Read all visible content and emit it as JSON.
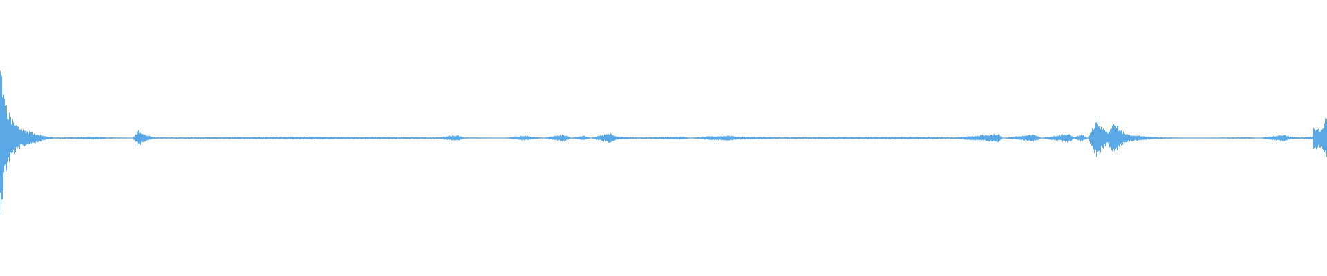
{
  "waveform": {
    "color": "#5aa9e6",
    "background": "#ffffff",
    "amplitude_envelope": [
      [
        0.0,
        1.0
      ],
      [
        0.001,
        0.92
      ],
      [
        0.003,
        0.55
      ],
      [
        0.006,
        0.35
      ],
      [
        0.01,
        0.22
      ],
      [
        0.015,
        0.14
      ],
      [
        0.02,
        0.1
      ],
      [
        0.025,
        0.07
      ],
      [
        0.03,
        0.05
      ],
      [
        0.035,
        0.02
      ],
      [
        0.04,
        0.01
      ],
      [
        0.06,
        0.012
      ],
      [
        0.07,
        0.02
      ],
      [
        0.08,
        0.01
      ],
      [
        0.1,
        0.006
      ],
      [
        0.104,
        0.11
      ],
      [
        0.107,
        0.07
      ],
      [
        0.11,
        0.04
      ],
      [
        0.115,
        0.015
      ],
      [
        0.12,
        0.01
      ],
      [
        0.16,
        0.012
      ],
      [
        0.19,
        0.015
      ],
      [
        0.23,
        0.018
      ],
      [
        0.26,
        0.015
      ],
      [
        0.3,
        0.014
      ],
      [
        0.33,
        0.012
      ],
      [
        0.345,
        0.04
      ],
      [
        0.35,
        0.01
      ],
      [
        0.38,
        0.004
      ],
      [
        0.395,
        0.035
      ],
      [
        0.4,
        0.02
      ],
      [
        0.41,
        0.006
      ],
      [
        0.425,
        0.05
      ],
      [
        0.43,
        0.006
      ],
      [
        0.44,
        0.03
      ],
      [
        0.445,
        0.004
      ],
      [
        0.46,
        0.07
      ],
      [
        0.465,
        0.02
      ],
      [
        0.48,
        0.01
      ],
      [
        0.515,
        0.02
      ],
      [
        0.52,
        0.006
      ],
      [
        0.535,
        0.025
      ],
      [
        0.55,
        0.035
      ],
      [
        0.555,
        0.02
      ],
      [
        0.59,
        0.012
      ],
      [
        0.63,
        0.014
      ],
      [
        0.68,
        0.016
      ],
      [
        0.7,
        0.015
      ],
      [
        0.72,
        0.01
      ],
      [
        0.752,
        0.06
      ],
      [
        0.756,
        0.004
      ],
      [
        0.78,
        0.05
      ],
      [
        0.785,
        0.004
      ],
      [
        0.805,
        0.06
      ],
      [
        0.81,
        0.01
      ],
      [
        0.815,
        0.05
      ],
      [
        0.82,
        0.004
      ],
      [
        0.827,
        0.28
      ],
      [
        0.83,
        0.18
      ],
      [
        0.835,
        0.08
      ],
      [
        0.84,
        0.22
      ],
      [
        0.845,
        0.1
      ],
      [
        0.85,
        0.05
      ],
      [
        0.86,
        0.03
      ],
      [
        0.87,
        0.015
      ],
      [
        0.885,
        0.008
      ],
      [
        0.9,
        0.004
      ],
      [
        0.94,
        0.012
      ],
      [
        0.95,
        0.004
      ],
      [
        0.968,
        0.05
      ],
      [
        0.972,
        0.02
      ],
      [
        0.98,
        0.01
      ],
      [
        0.99,
        0.02
      ],
      [
        0.99,
        0.18
      ],
      [
        0.995,
        0.12
      ],
      [
        1.0,
        0.3
      ]
    ]
  }
}
